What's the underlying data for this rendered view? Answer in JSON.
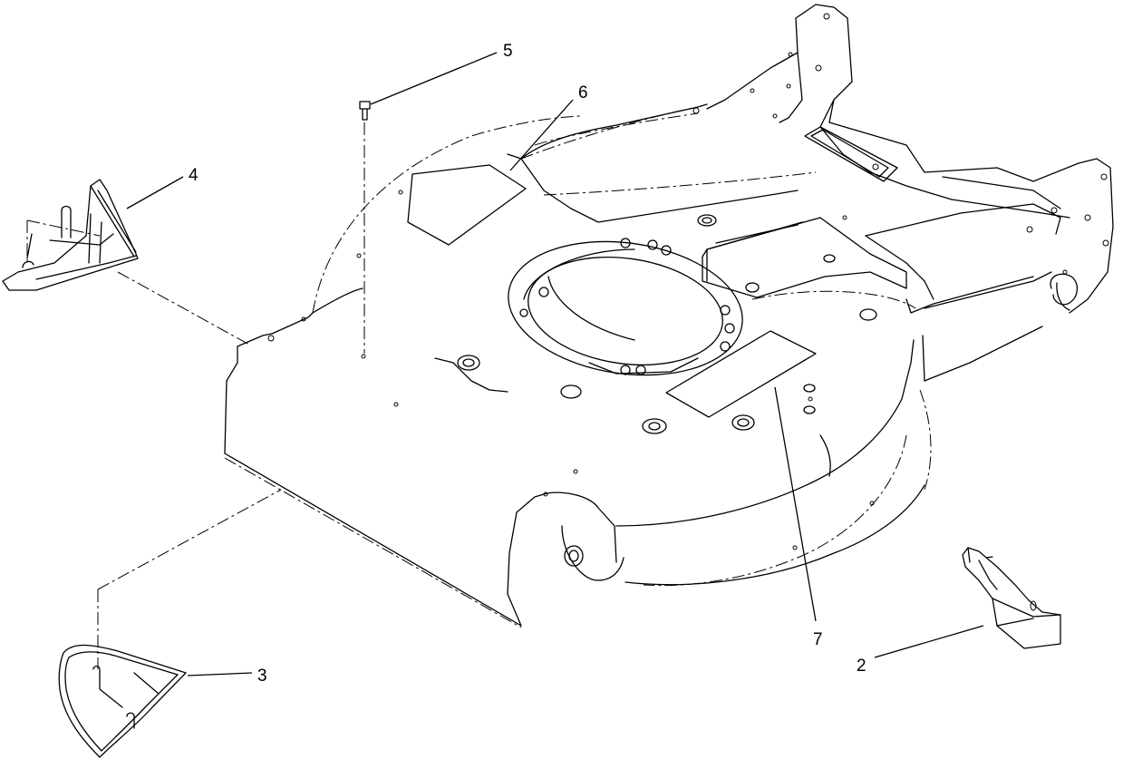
{
  "callouts": [
    {
      "id": "2",
      "label": "2",
      "part": "discharge-deflector"
    },
    {
      "id": "3",
      "label": "3",
      "part": "rear-baffle-left"
    },
    {
      "id": "4",
      "label": "4",
      "part": "front-baffle"
    },
    {
      "id": "5",
      "label": "5",
      "part": "screw"
    },
    {
      "id": "6",
      "label": "6",
      "part": "decal-top"
    },
    {
      "id": "7",
      "label": "7",
      "part": "decal-side"
    }
  ],
  "colors": {
    "ink": "#000000",
    "paper": "#ffffff"
  }
}
